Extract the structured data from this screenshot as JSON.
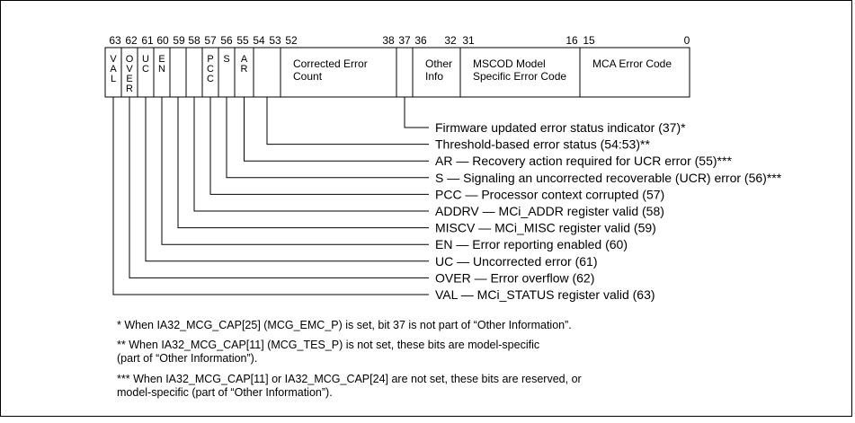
{
  "bit_numbers": [
    {
      "label": "63",
      "bit": 63
    },
    {
      "label": "62",
      "bit": 62
    },
    {
      "label": "61",
      "bit": 61
    },
    {
      "label": "60",
      "bit": 60
    },
    {
      "label": "59",
      "bit": 59
    },
    {
      "label": "58",
      "bit": 58
    },
    {
      "label": "57",
      "bit": 57
    },
    {
      "label": "56",
      "bit": 56
    },
    {
      "label": "55",
      "bit": 55
    },
    {
      "label": "54",
      "bit": 54
    },
    {
      "label": "53",
      "bit": 53
    },
    {
      "label": "52",
      "bit": 52
    },
    {
      "label": "38",
      "bit": 38
    },
    {
      "label": "37",
      "bit": 37
    },
    {
      "label": "36",
      "bit": 36
    },
    {
      "label": "32",
      "bit": 32
    },
    {
      "label": "31",
      "bit": 31
    },
    {
      "label": "16",
      "bit": 16
    },
    {
      "label": "15",
      "bit": 15
    },
    {
      "label": "0",
      "bit": 0
    }
  ],
  "fields": [
    {
      "id": "val",
      "hi": 63,
      "lo": 63,
      "text": [
        "V",
        "A",
        "L"
      ],
      "orient": "vertical"
    },
    {
      "id": "over",
      "hi": 62,
      "lo": 62,
      "text": [
        "O",
        "V",
        "E",
        "R"
      ],
      "orient": "vertical"
    },
    {
      "id": "uc",
      "hi": 61,
      "lo": 61,
      "text": [
        "U",
        "C"
      ],
      "orient": "vertical"
    },
    {
      "id": "en",
      "hi": 60,
      "lo": 60,
      "text": [
        "E",
        "N"
      ],
      "orient": "vertical"
    },
    {
      "id": "miscv",
      "hi": 59,
      "lo": 59,
      "text": [],
      "orient": "vertical"
    },
    {
      "id": "addrv",
      "hi": 58,
      "lo": 58,
      "text": [],
      "orient": "vertical"
    },
    {
      "id": "pcc",
      "hi": 57,
      "lo": 57,
      "text": [
        "P",
        "C",
        "C"
      ],
      "orient": "vertical"
    },
    {
      "id": "s",
      "hi": 56,
      "lo": 56,
      "text": [
        "S"
      ],
      "orient": "vertical"
    },
    {
      "id": "ar",
      "hi": 55,
      "lo": 55,
      "text": [
        "A",
        "R"
      ],
      "orient": "vertical"
    },
    {
      "id": "threshold",
      "hi": 54,
      "lo": 53,
      "text": [],
      "orient": "vertical"
    },
    {
      "id": "corrected-error-count",
      "hi": 52,
      "lo": 38,
      "text": [
        "Corrected Error",
        "Count"
      ],
      "orient": "horizontal"
    },
    {
      "id": "fw-updated",
      "hi": 37,
      "lo": 37,
      "text": [],
      "orient": "vertical"
    },
    {
      "id": "other-info",
      "hi": 36,
      "lo": 32,
      "text": [
        "Other",
        "Info"
      ],
      "orient": "horizontal"
    },
    {
      "id": "mscod",
      "hi": 31,
      "lo": 16,
      "text": [
        "MSCOD Model",
        "Specific Error Code"
      ],
      "orient": "horizontal"
    },
    {
      "id": "mca-error-code",
      "hi": 15,
      "lo": 0,
      "text": [
        "MCA Error Code"
      ],
      "orient": "horizontal"
    }
  ],
  "callouts": [
    {
      "field": "fw-updated",
      "text": "Firmware updated error status indicator (37)*"
    },
    {
      "field": "threshold",
      "text": "Threshold-based error status (54:53)**"
    },
    {
      "field": "ar",
      "text": "AR — Recovery action required for UCR error (55)***"
    },
    {
      "field": "s",
      "text": "S — Signaling an uncorrected recoverable (UCR) error (56)***"
    },
    {
      "field": "pcc",
      "text": "PCC — Processor context corrupted (57)"
    },
    {
      "field": "addrv",
      "text": "ADDRV — MCi_ADDR register valid (58)"
    },
    {
      "field": "miscv",
      "text": "MISCV — MCi_MISC register valid (59)"
    },
    {
      "field": "en",
      "text": "EN — Error reporting enabled (60)"
    },
    {
      "field": "uc",
      "text": "UC — Uncorrected error (61)"
    },
    {
      "field": "over",
      "text": "OVER — Error overflow (62)"
    },
    {
      "field": "val",
      "text": "VAL — MCi_STATUS register valid (63)"
    }
  ],
  "footnotes": [
    {
      "lines": [
        "* When IA32_MCG_CAP[25] (MCG_EMC_P) is set, bit 37 is not part of “Other Information”."
      ]
    },
    {
      "lines": [
        "** When IA32_MCG_CAP[11] (MCG_TES_P) is not set, these bits are model-specific",
        " (part of “Other Information”)."
      ]
    },
    {
      "lines": [
        "*** When IA32_MCG_CAP[11] or IA32_MCG_CAP[24] are not set, these bits are reserved, or",
        " model-specific (part of “Other Information”)."
      ]
    }
  ]
}
